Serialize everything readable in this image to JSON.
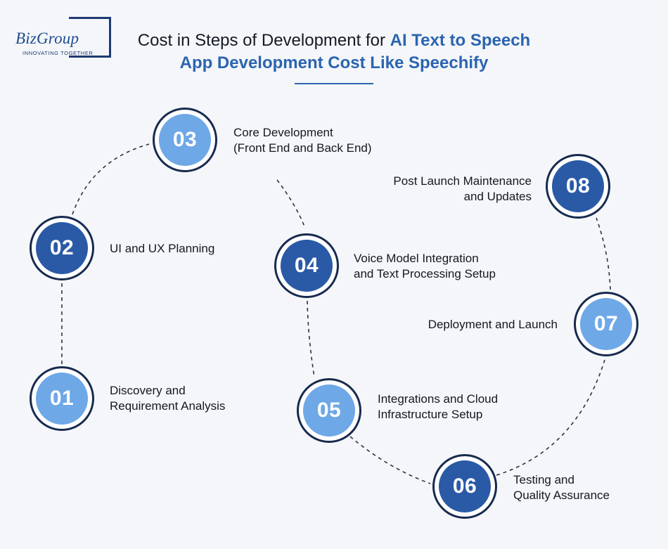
{
  "logo": {
    "name": "BizGroup",
    "tagline": "INNOVATING TOGETHER"
  },
  "title": {
    "plain": "Cost in Steps of Development for ",
    "accent_line1": "AI Text to Speech",
    "accent_line2": "App Development Cost Like Speechify"
  },
  "colors": {
    "accent": "#2a64b0",
    "node_light": "#6ea8e6",
    "node_dark": "#2a5aa6",
    "node_ring": "#172a4e",
    "background": "#f4f6f9"
  },
  "steps": [
    {
      "number": "01",
      "line1": "Discovery and",
      "line2": "Requirement Analysis"
    },
    {
      "number": "02",
      "line1": "UI and UX Planning",
      "line2": ""
    },
    {
      "number": "03",
      "line1": "Core Development",
      "line2": "(Front End and Back End)"
    },
    {
      "number": "04",
      "line1": "Voice Model Integration",
      "line2": "and Text Processing Setup"
    },
    {
      "number": "05",
      "line1": "Integrations and Cloud",
      "line2": "Infrastructure Setup"
    },
    {
      "number": "06",
      "line1": "Testing and",
      "line2": "Quality Assurance"
    },
    {
      "number": "07",
      "line1": "Deployment and Launch",
      "line2": ""
    },
    {
      "number": "08",
      "line1": "Post Launch Maintenance",
      "line2": "and Updates"
    }
  ]
}
